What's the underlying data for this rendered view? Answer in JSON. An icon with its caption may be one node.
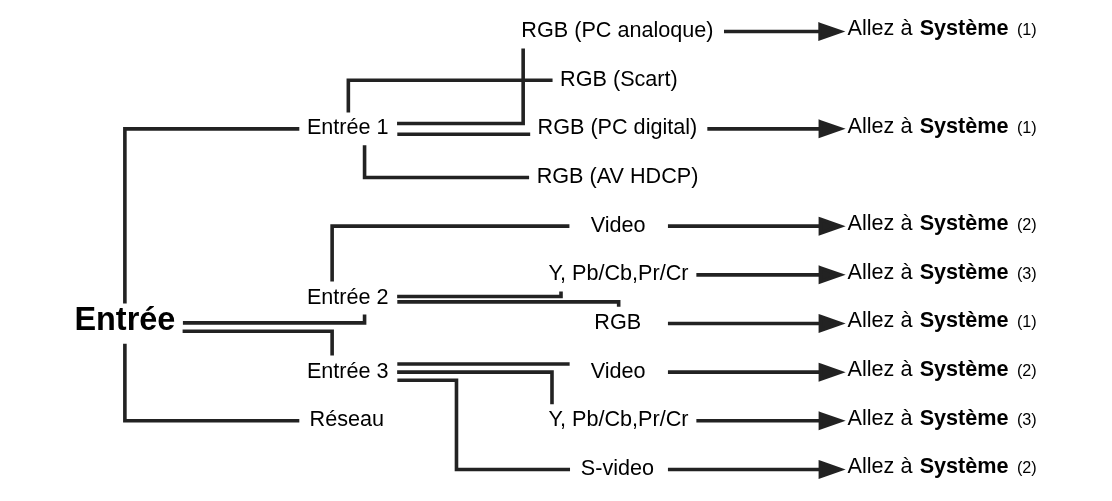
{
  "diagram": {
    "nodes": [
      {
        "text": [
          "Entrée"
        ]
      },
      {
        "text": [
          "Entrée 1"
        ]
      },
      {
        "text": [
          "RGB (PC analoque)"
        ]
      },
      {
        "text": [
          "Allez à **Système** $^{(1)}$"
        ]
      },
      {
        "text": [
          "RGB (Scart)"
        ]
      },
      {
        "text": [
          "RGB (PC digital)"
        ]
      },
      {
        "text": [
          "Allez à **Système** $^{(1)}$"
        ]
      },
      {
        "text": [
          "RGB (AV HDCP)"
        ]
      },
      {
        "text": [
          "Entrée 2"
        ]
      },
      {
        "text": [
          "Video"
        ]
      },
      {
        "text": [
          "Allez à **Système** $^{(2)}$"
        ]
      },
      {
        "text": [
          "Y, Pb/Cb,Pr/Cr"
        ]
      },
      {
        "text": [
          "Allez à **Système** $^{(3)}$"
        ]
      },
      {
        "text": [
          "RGB"
        ]
      },
      {
        "text": [
          "Allez à **Système** $^{(1)}$"
        ]
      },
      {
        "text": [
          "Entrée 3"
        ]
      },
      {
        "text": [
          "Video"
        ]
      },
      {
        "text": [
          "Allez à **Système** $^{(2)}$"
        ]
      },
      {
        "text": [
          "Y, Pb/Cb,Pr/Cr"
        ]
      },
      {
        "text": [
          "Allez à **Système** $^{(3)}$"
        ]
      },
      {
        "text": [
          "S-video"
        ]
      },
      {
        "text": [
          "Allez à **Système** $^{(2)}$"
        ]
      },
      {
        "text": [
          "Réseau"
        ]
      }
    ],
    "edges": [
      {
        "from": 0,
        "to": 1,
        "arrow": "none"
      },
      {
        "from": 1,
        "to": 2,
        "arrow": "none"
      },
      {
        "from": 2,
        "to": 3,
        "arrow": "to"
      },
      {
        "from": 1,
        "to": 4,
        "arrow": "none"
      },
      {
        "from": 1,
        "to": 5,
        "arrow": "none"
      },
      {
        "from": 5,
        "to": 6,
        "arrow": "to"
      },
      {
        "from": 1,
        "to": 7,
        "arrow": "none"
      },
      {
        "from": 0,
        "to": 8,
        "arrow": "none"
      },
      {
        "from": 8,
        "to": 9,
        "arrow": "none"
      },
      {
        "from": 9,
        "to": 10,
        "arrow": "to"
      },
      {
        "from": 8,
        "to": 11,
        "arrow": "none"
      },
      {
        "from": 11,
        "to": 12,
        "arrow": "to"
      },
      {
        "from": 8,
        "to": 13,
        "arrow": "none"
      },
      {
        "from": 13,
        "to": 14,
        "arrow": "to"
      },
      {
        "from": 0,
        "to": 15,
        "arrow": "none"
      },
      {
        "from": 15,
        "to": 16,
        "arrow": "none"
      },
      {
        "from": 16,
        "to": 17,
        "arrow": "to"
      },
      {
        "from": 15,
        "to": 18,
        "arrow": "none"
      },
      {
        "from": 18,
        "to": 19,
        "arrow": "to"
      },
      {
        "from": 15,
        "to": 20,
        "arrow": "none"
      },
      {
        "from": 20,
        "to": 21,
        "arrow": "to"
      },
      {
        "from": 0,
        "to": 22,
        "arrow": "none"
      }
    ]
  }
}
